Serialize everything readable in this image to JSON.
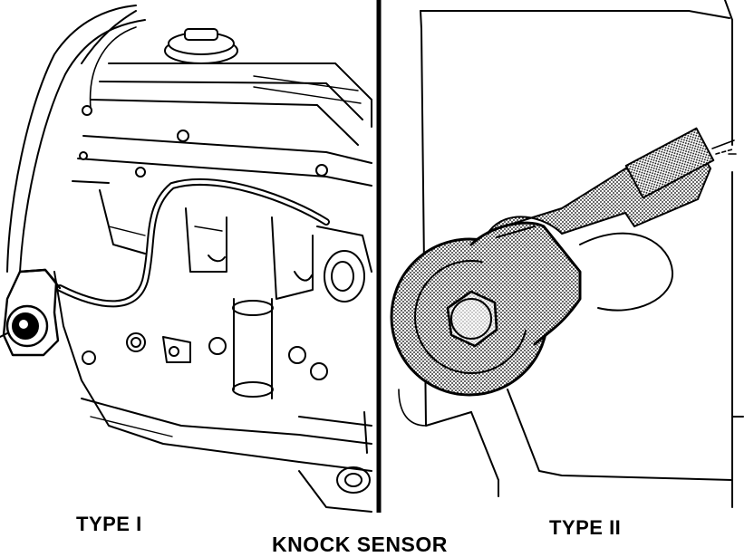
{
  "labels": {
    "type_one": "TYPE I",
    "type_two": "TYPE II",
    "caption": "KNOCK SENSOR"
  },
  "colors": {
    "line": "#000000",
    "background": "#ffffff",
    "sensor_fill": "#8a8a8a"
  }
}
